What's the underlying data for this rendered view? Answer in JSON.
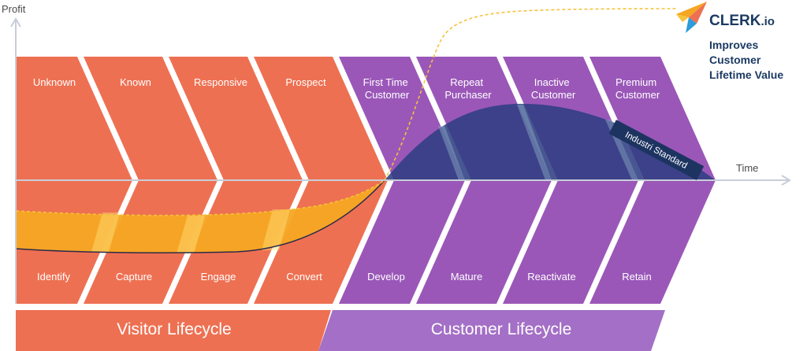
{
  "axes": {
    "y_label": "Profit",
    "x_label": "Time"
  },
  "stages_top": [
    {
      "lines": [
        "Unknown"
      ]
    },
    {
      "lines": [
        "Known"
      ]
    },
    {
      "lines": [
        "Responsive"
      ]
    },
    {
      "lines": [
        "Prospect"
      ]
    },
    {
      "lines": [
        "First Time",
        "Customer"
      ]
    },
    {
      "lines": [
        "Repeat",
        "Purchaser"
      ]
    },
    {
      "lines": [
        "Inactive",
        "Customer"
      ]
    },
    {
      "lines": [
        "Premium",
        "Customer"
      ]
    }
  ],
  "stages_bottom": [
    "Identify",
    "Capture",
    "Engage",
    "Convert",
    "Develop",
    "Mature",
    "Reactivate",
    "Retain"
  ],
  "bands": {
    "visitor": "Visitor Lifecycle",
    "customer": "Customer Lifecycle"
  },
  "curve_label": "Industri Standard",
  "brand": {
    "name": "CLERK",
    "suffix": ".io",
    "tagline": [
      "Improves",
      "Customer",
      "Lifetime Value"
    ]
  },
  "colors": {
    "visitor": "#ee7052",
    "customer": "#9a57b8",
    "standard_curve": "#2f3f82",
    "clerk_area": "#f5a623",
    "clerk_dashed": "#f6c23c",
    "brand_text": "#1c3a63"
  }
}
